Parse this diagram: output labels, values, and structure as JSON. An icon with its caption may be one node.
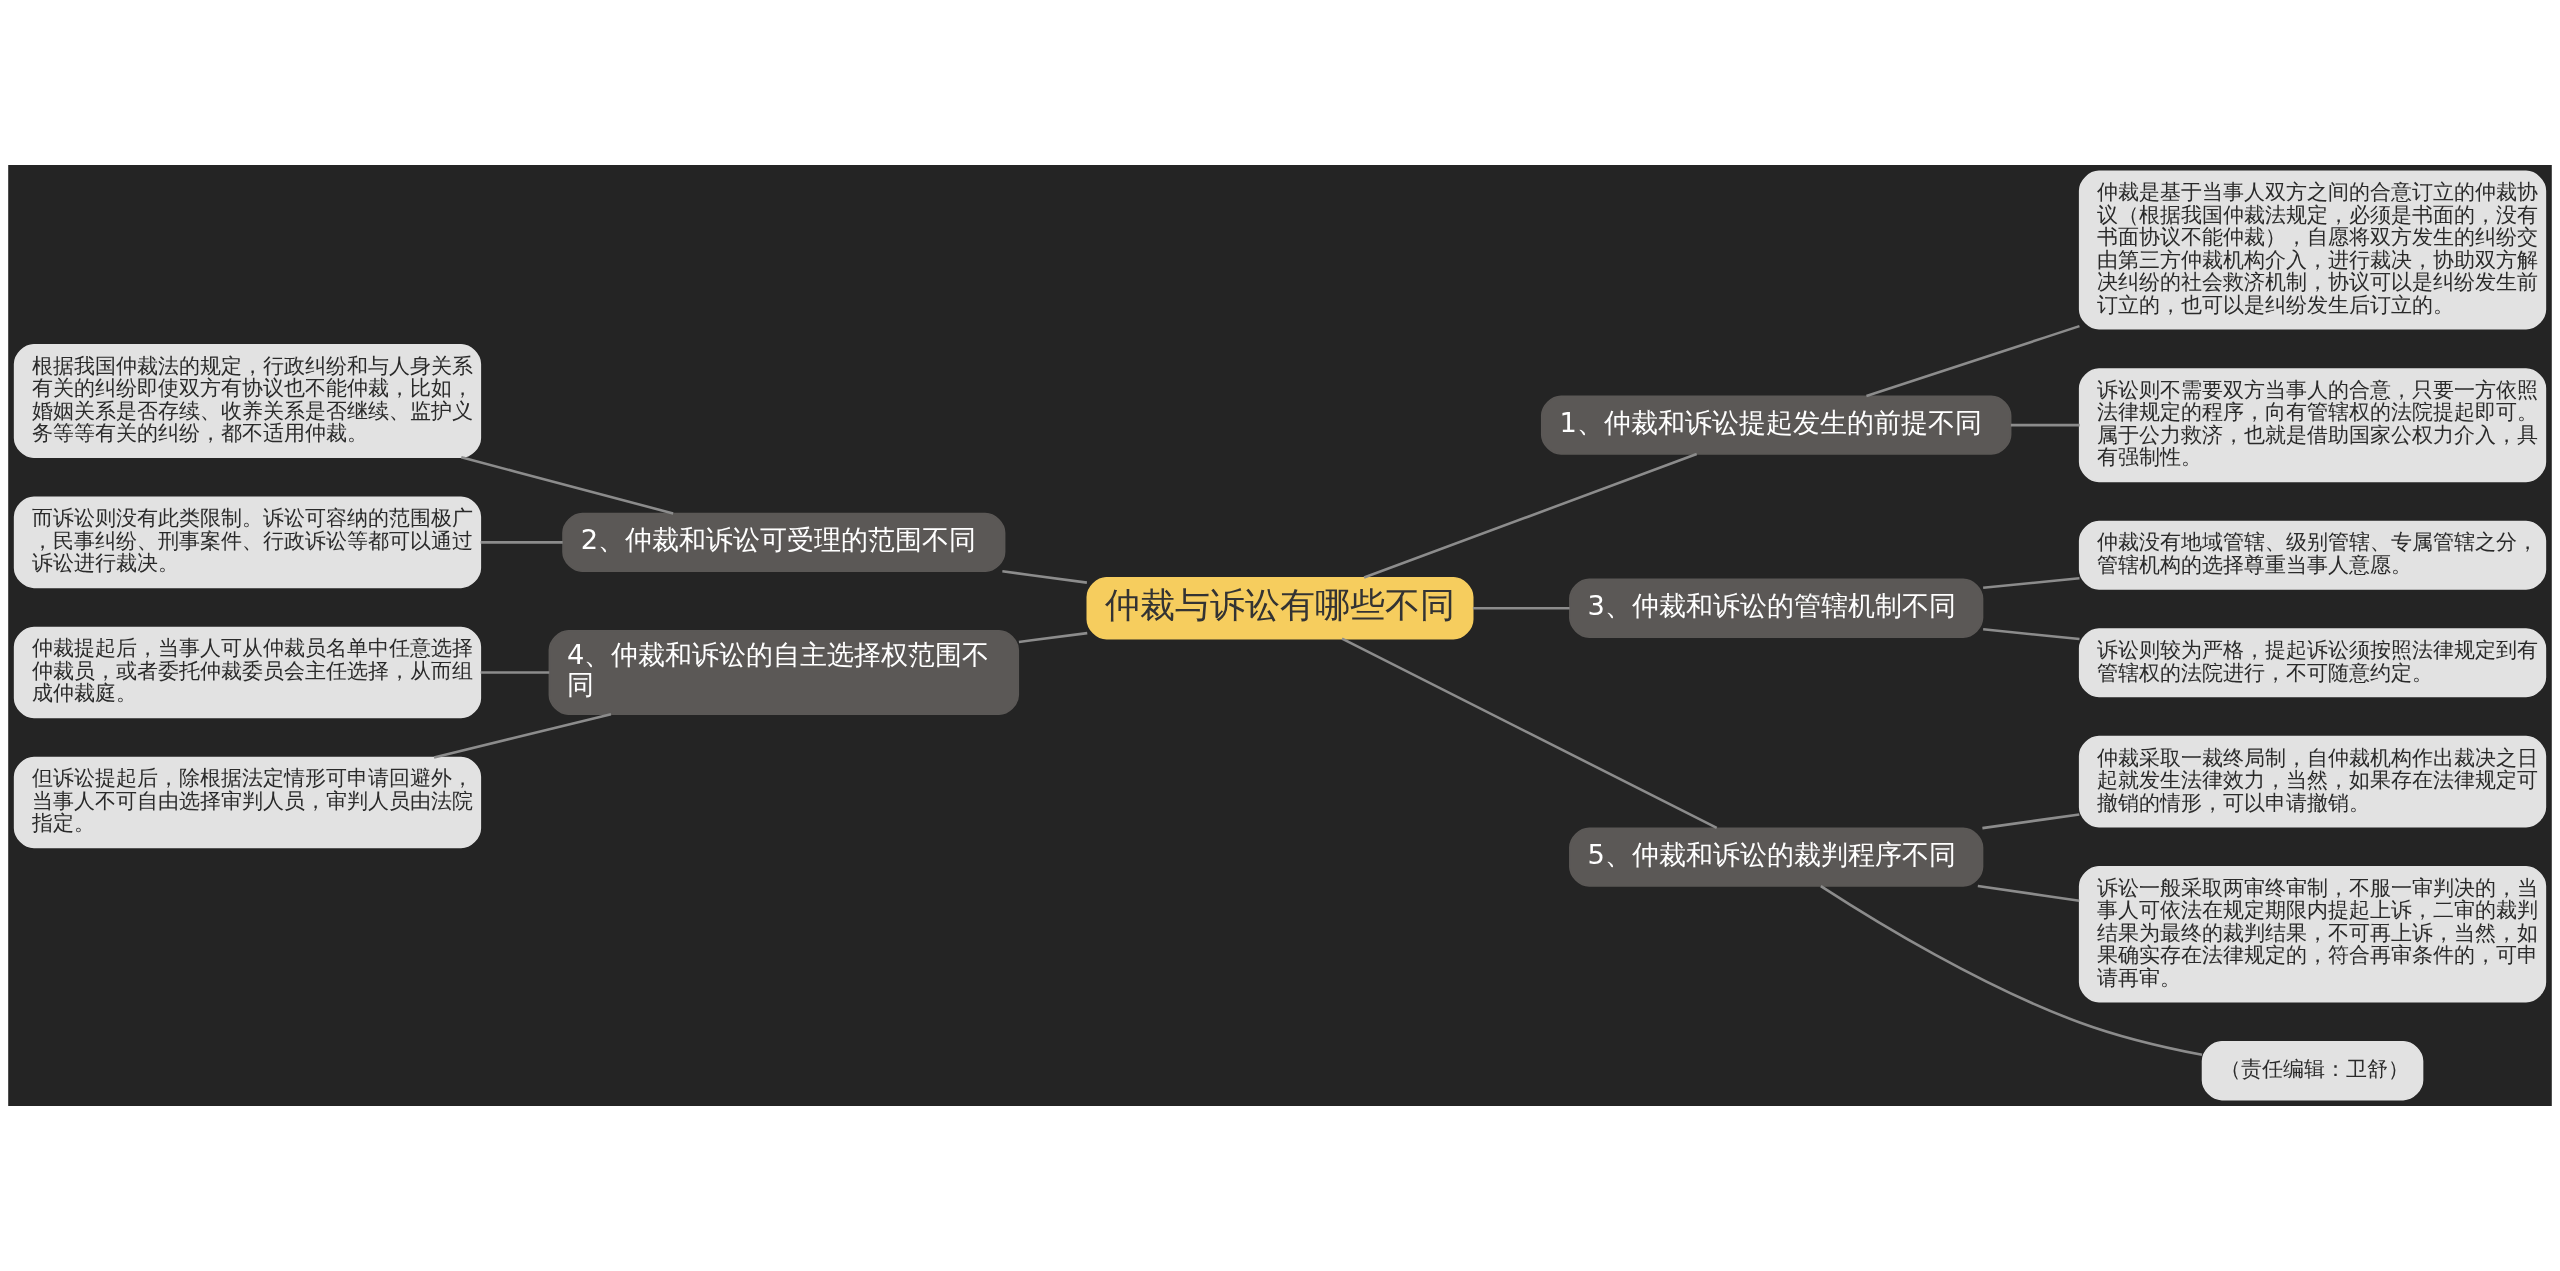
{
  "diagram": {
    "nodes": [
      {
        "text": [
          "仲裁与诉讼有哪些不同"
        ]
      },
      {
        "text": [
          "1、仲裁和诉讼提起发生的前提不同"
        ]
      },
      {
        "text": [
          "仲裁是基于当事人双方之间的合意订立的仲裁协议（根据我国仲裁法规定，必须是书面的，没有书面协议不能仲裁），自愿将双方发生的纠纷交由第三方仲裁机构介入，进行裁决，协助双方解决纠纷的社会救济机制，协议可以是纠纷发生前订立的，也可以是纠纷发生后订立的。"
        ]
      },
      {
        "text": [
          "诉讼则不需要双方当事人的合意，只要一方依照法律规定的程序，向有管辖权的法院提起即可。属于公力救济，也就是借助国家公权力介入，具有强制性。"
        ]
      },
      {
        "text": [
          "2、仲裁和诉讼可受理的范围不同"
        ]
      },
      {
        "text": [
          "根据我国仲裁法的规定，行政纠纷和与人身关系有关的纠纷即使双方有协议也不能仲裁，比如，婚姻关系是否存续、收养关系是否继续、监护义务等等有关的纠纷，都不适用仲裁。"
        ]
      },
      {
        "text": [
          "而诉讼则没有此类限制。诉讼可容纳的范围极广，民事纠纷、刑事案件、行政诉讼等都可以通过诉讼进行裁决。"
        ]
      },
      {
        "text": [
          "3、仲裁和诉讼的管辖机制不同"
        ]
      },
      {
        "text": [
          "仲裁没有地域管辖、级别管辖、专属管辖之分，管辖机构的选择尊重当事人意愿。"
        ]
      },
      {
        "text": [
          "诉讼则较为严格，提起诉讼须按照法律规定到有管辖权的法院进行，不可随意约定。"
        ]
      },
      {
        "text": [
          "4、仲裁和诉讼的自主选择权范围不同"
        ]
      },
      {
        "text": [
          "仲裁提起后，当事人可从仲裁员名单中任意选择仲裁员，或者委托仲裁委员会主任选择，从而组成仲裁庭。"
        ]
      },
      {
        "text": [
          "但诉讼提起后，除根据法定情形可申请回避外，当事人不可自由选择审判人员，审判人员由法院指定。"
        ]
      },
      {
        "text": [
          "5、仲裁和诉讼的裁判程序不同"
        ]
      },
      {
        "text": [
          "仲裁采取一裁终局制，自仲裁机构作出裁决之日起就发生法律效力，当然，如果存在法律规定可撤销的情形，可以申请撤销。"
        ]
      },
      {
        "text": [
          "诉讼一般采取两审终审制，不服一审判决的，当事人可依法在规定期限内提起上诉，二审的裁判结果为最终的裁判结果，不可再上诉，当然，如果确实存在法律规定的，符合再审条件的，可申请再审。"
        ]
      },
      {
        "text": [
          "（责任编辑：卫舒）"
        ]
      }
    ],
    "edges": [
      {
        "from": 0,
        "to": 1,
        "arrow": "none"
      },
      {
        "from": 1,
        "to": 2,
        "arrow": "none"
      },
      {
        "from": 1,
        "to": 3,
        "arrow": "none"
      },
      {
        "from": 0,
        "to": 4,
        "arrow": "none"
      },
      {
        "from": 4,
        "to": 5,
        "arrow": "none"
      },
      {
        "from": 4,
        "to": 6,
        "arrow": "none"
      },
      {
        "from": 0,
        "to": 7,
        "arrow": "none"
      },
      {
        "from": 7,
        "to": 8,
        "arrow": "none"
      },
      {
        "from": 7,
        "to": 9,
        "arrow": "none"
      },
      {
        "from": 0,
        "to": 10,
        "arrow": "none"
      },
      {
        "from": 10,
        "to": 11,
        "arrow": "none"
      },
      {
        "from": 10,
        "to": 12,
        "arrow": "none"
      },
      {
        "from": 0,
        "to": 13,
        "arrow": "none"
      },
      {
        "from": 13,
        "to": 14,
        "arrow": "none"
      },
      {
        "from": 13,
        "to": 15,
        "arrow": "none"
      },
      {
        "from": 13,
        "to": 16,
        "arrow": "none"
      }
    ]
  }
}
